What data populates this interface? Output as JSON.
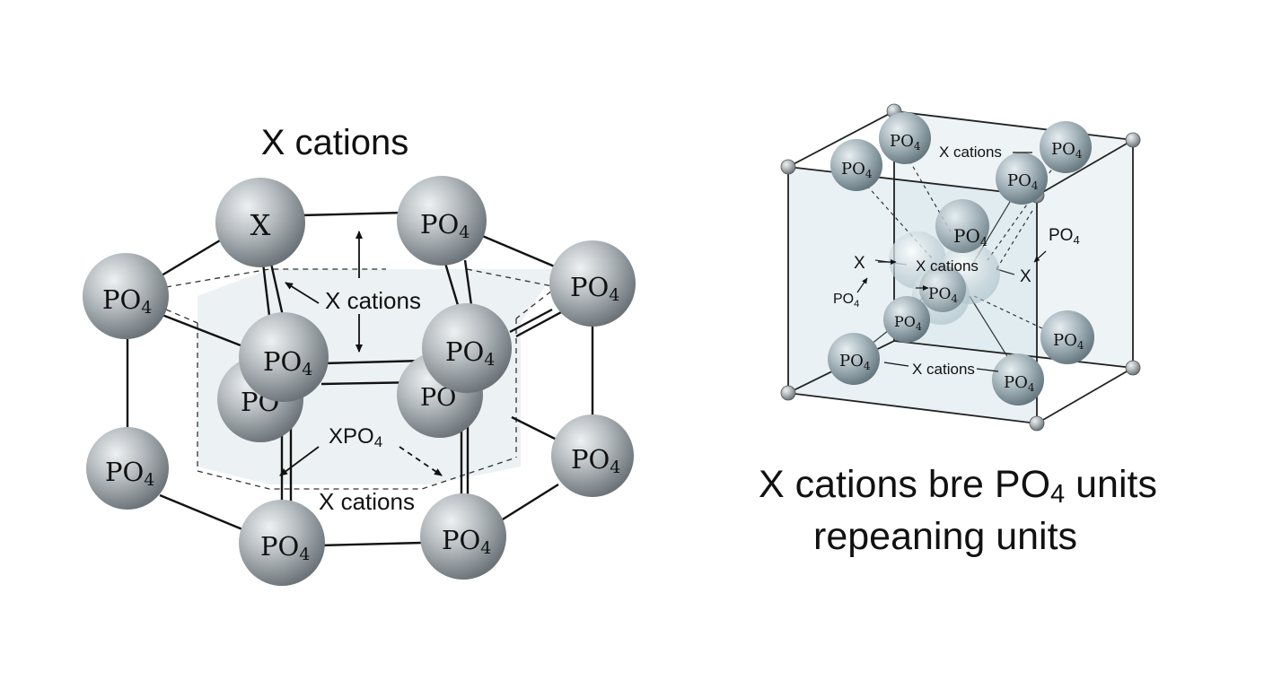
{
  "left_diagram": {
    "title": "X cations",
    "atom_x": "X",
    "atom_po4": "PO",
    "subscript_4": "4",
    "label_xcations_upper": "X cations",
    "label_xpo4": "XPO",
    "label_xcations_lower": "X cations"
  },
  "right_diagram": {
    "atom_po4": "PO",
    "subscript_4": "4",
    "label_xcations_top": "X cations",
    "label_xcations_center": "X cations",
    "label_xcations_bottom": "X cations",
    "label_po4_free": "PO",
    "label_x_left": "X",
    "label_x_right": "X",
    "label_po4_left": "PO"
  },
  "caption": {
    "line1_prefix": "X cations bre PO",
    "line1_sub": "4",
    "line1_suffix": " units",
    "line2": "repeaning units"
  },
  "colors": {
    "sphere_light": "#e4e8ea",
    "sphere_mid": "#a9b0b4",
    "sphere_dark": "#6f777c",
    "cube_fill": "#dfe9ee",
    "line": "#111111"
  }
}
